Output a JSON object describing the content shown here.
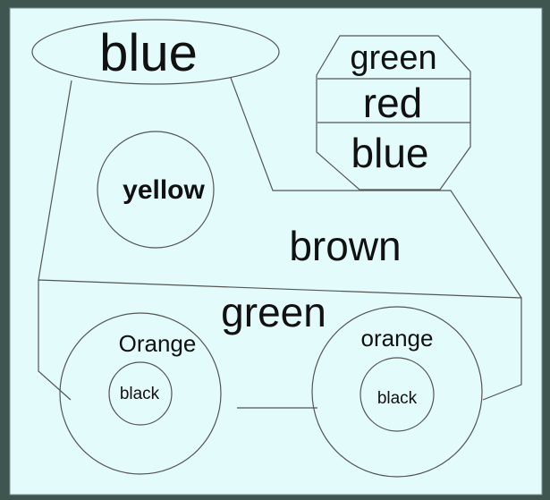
{
  "colors": {
    "frame": "#3f5650",
    "paper": "#e3fbfb",
    "outline": "#555555",
    "text": "#111111"
  },
  "labels": {
    "top_oval": "blue",
    "stop_sign_top": "green",
    "stop_sign_middle": "red",
    "stop_sign_bottom": "blue",
    "window_circle": "yellow",
    "cab_body": "brown",
    "lower_body": "green",
    "left_wheel_outer": "Orange",
    "left_wheel_hub": "black",
    "right_wheel_outer": "orange",
    "right_wheel_hub": "black"
  }
}
